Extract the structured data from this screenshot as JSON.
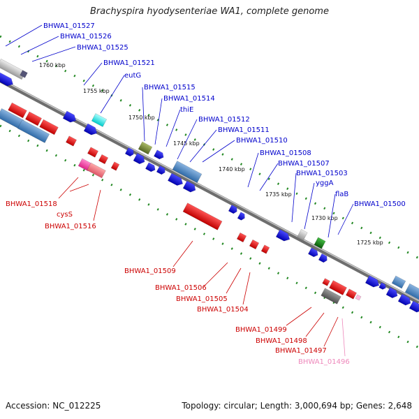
{
  "title": "Brachyspira hyodysenteriae WA1, complete genome",
  "footer": {
    "accession": "Accession: NC_012225",
    "summary": "Topology: circular; Length: 3,000,694 bp; Genes: 2,648"
  },
  "colors": {
    "forward_label": "#0000cc",
    "reverse_label": "#cc0000",
    "faint_label": "#ee88bb",
    "backbone": "#777777",
    "scale_dots": "#228822"
  },
  "ticks": [
    "1760 kbp",
    "1755 kbp",
    "1750 kbp",
    "1745 kbp",
    "1740 kbp",
    "1735 kbp",
    "1730 kbp",
    "1725 kbp"
  ],
  "labels_top": [
    "BHWA1_01527",
    "BHWA1_01526",
    "BHWA1_01525",
    "BHWA1_01521",
    "eutG",
    "BHWA1_01515",
    "BHWA1_01514",
    "thiE",
    "BHWA1_01512",
    "BHWA1_01511",
    "BHWA1_01510",
    "BHWA1_01508",
    "BHWA1_01507",
    "BHWA1_01503",
    "yggA",
    "flaB",
    "BHWA1_01500"
  ],
  "labels_bottom": [
    "BHWA1_01518",
    "cysS",
    "BHWA1_01516",
    "BHWA1_01509",
    "BHWA1_01506",
    "BHWA1_01505",
    "BHWA1_01504",
    "BHWA1_01499",
    "BHWA1_01498",
    "BHWA1_01497",
    "BHWA1_01496"
  ]
}
